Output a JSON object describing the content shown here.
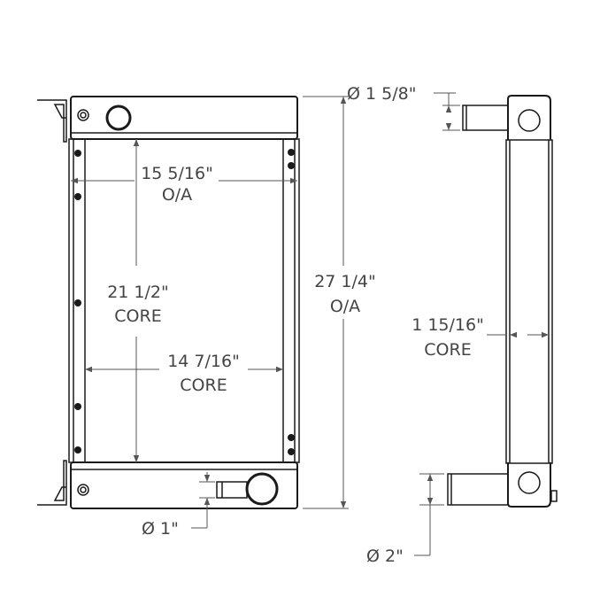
{
  "drawing": {
    "type": "radiator dimension drawing",
    "line_color": "#1a1a1a",
    "dim_color": "#555555",
    "front_view": {
      "width_overall": {
        "value": "15 5/16\"",
        "suffix": "O/A"
      },
      "core_height": {
        "value": "21 1/2\"",
        "suffix": "CORE"
      },
      "height_overall": {
        "value": "27 1/4\"",
        "suffix": "O/A"
      },
      "core_width": {
        "value": "14 7/16\"",
        "suffix": "CORE"
      },
      "outlet_diameter": {
        "symbol": "Ø",
        "value": "1\""
      }
    },
    "side_view": {
      "inlet_diameter": {
        "symbol": "Ø",
        "value": "1 5/8\""
      },
      "core_thickness": {
        "value": "1 15/16\"",
        "suffix": "CORE"
      },
      "outlet_diameter": {
        "symbol": "Ø",
        "value": "2\""
      }
    }
  }
}
